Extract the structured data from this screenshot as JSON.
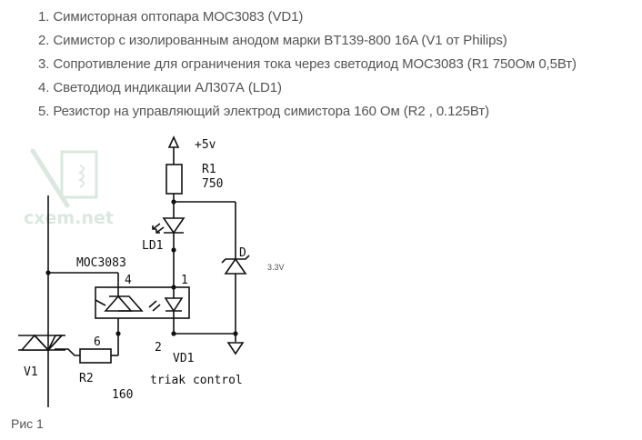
{
  "components_list": [
    {
      "n": "1.",
      "text": "Симисторная оптопара MOC3083 (VD1)"
    },
    {
      "n": "2.",
      "text": "Симистор с изолированным анодом марки BT139-800 16A (V1 от Philips)"
    },
    {
      "n": "3.",
      "text": "Сопротивление для ограничения тока через светодиод MOC3083 (R1 750Ом 0,5Вт)"
    },
    {
      "n": "4.",
      "text": "Светодиод индикации АЛ307А (LD1)"
    },
    {
      "n": "5.",
      "text": "Резистор на управляющий электрод симистора 160 Ом (R2 , 0.125Вт)"
    }
  ],
  "schematic": {
    "watermark": "cxem.net",
    "supply": "+5v",
    "r1_name": "R1",
    "r1_value": "750",
    "led_name": "LD1",
    "opto_name": "MOC3083",
    "pin4": "4",
    "pin1": "1",
    "pin6": "6",
    "pin2": "2",
    "opto_ref": "VD1",
    "zener_name": "D",
    "zener_value": "3.3V",
    "triac_name": "V1",
    "r2_name": "R2",
    "r2_value": "160",
    "title": "triak control"
  },
  "caption": "Рис 1",
  "colors": {
    "text": "#555555",
    "wire": "#111111",
    "watermark": "#d6e6dc"
  }
}
